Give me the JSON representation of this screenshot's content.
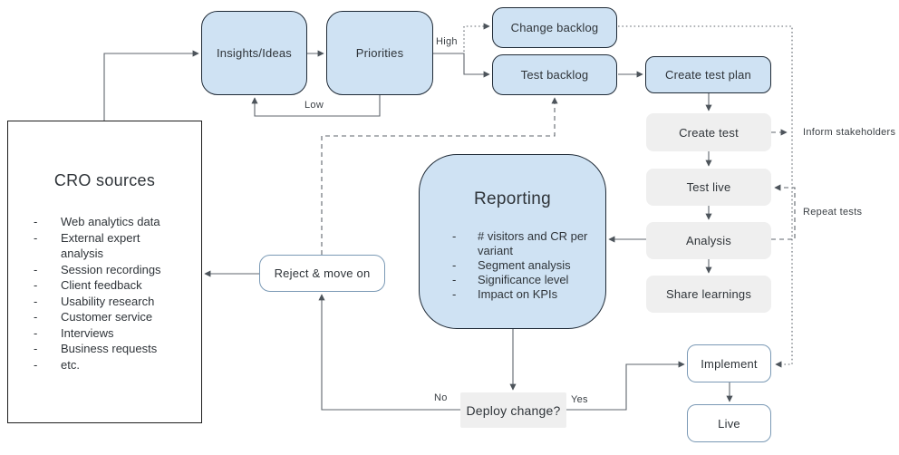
{
  "diagram": {
    "bullet": "-",
    "colors": {
      "node_fill_blue": "#cfe2f3",
      "node_fill_gray": "#efefef",
      "node_border_dark": "#1f2a36",
      "node_border_steel": "#7a99b5",
      "connector": "#5f666d",
      "text": "#2f3439"
    },
    "nodes": {
      "cro_sources": {
        "title": "CRO sources",
        "items": [
          "Web analytics data",
          "External expert analysis",
          "Session recordings",
          "Client feedback",
          "Usability research",
          "Customer service",
          "Interviews",
          "Business requests",
          "etc."
        ]
      },
      "insights": {
        "label": "Insights/Ideas"
      },
      "priorities": {
        "label": "Priorities"
      },
      "change_backlog": {
        "label": "Change backlog"
      },
      "test_backlog": {
        "label": "Test backlog"
      },
      "create_test_plan": {
        "label": "Create test plan"
      },
      "create_test": {
        "label": "Create test"
      },
      "test_live": {
        "label": "Test live"
      },
      "analysis": {
        "label": "Analysis"
      },
      "share_learnings": {
        "label": "Share learnings"
      },
      "reporting": {
        "title": "Reporting",
        "items": [
          "# visitors and CR per variant",
          "Segment analysis",
          "Significance level",
          "Impact on KPIs"
        ]
      },
      "reject": {
        "label": "Reject & move on"
      },
      "deploy": {
        "label": "Deploy change?"
      },
      "implement": {
        "label": "Implement"
      },
      "live": {
        "label": "Live"
      }
    },
    "edge_labels": {
      "high": "High",
      "low": "Low",
      "no": "No",
      "yes": "Yes",
      "inform_stakeholders": "Inform stakeholders",
      "repeat_tests": "Repeat tests"
    }
  }
}
